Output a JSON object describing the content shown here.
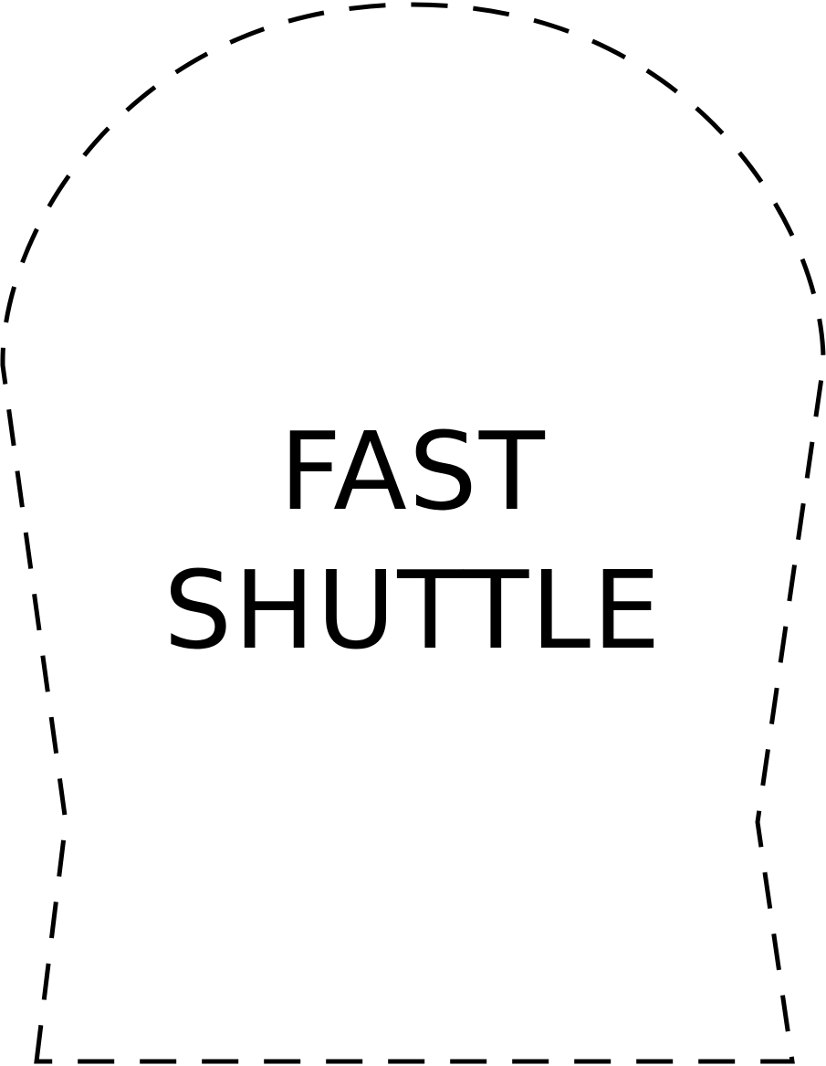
{
  "label": {
    "line1": "FAST",
    "line2": "SHUTTLE"
  },
  "style": {
    "stroke_color": "#000000",
    "background": "#ffffff",
    "outline_style": "dashed"
  }
}
